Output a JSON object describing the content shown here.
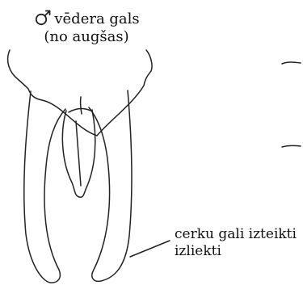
{
  "title": {
    "symbol_icon": "male-symbol-icon",
    "line1": "vēdera gals",
    "line2": "(no augšas)"
  },
  "annotation": {
    "line1": "cerku gali izteikti",
    "line2": "izliekti"
  },
  "colors": {
    "line": "#222222",
    "background": "#ffffff"
  }
}
